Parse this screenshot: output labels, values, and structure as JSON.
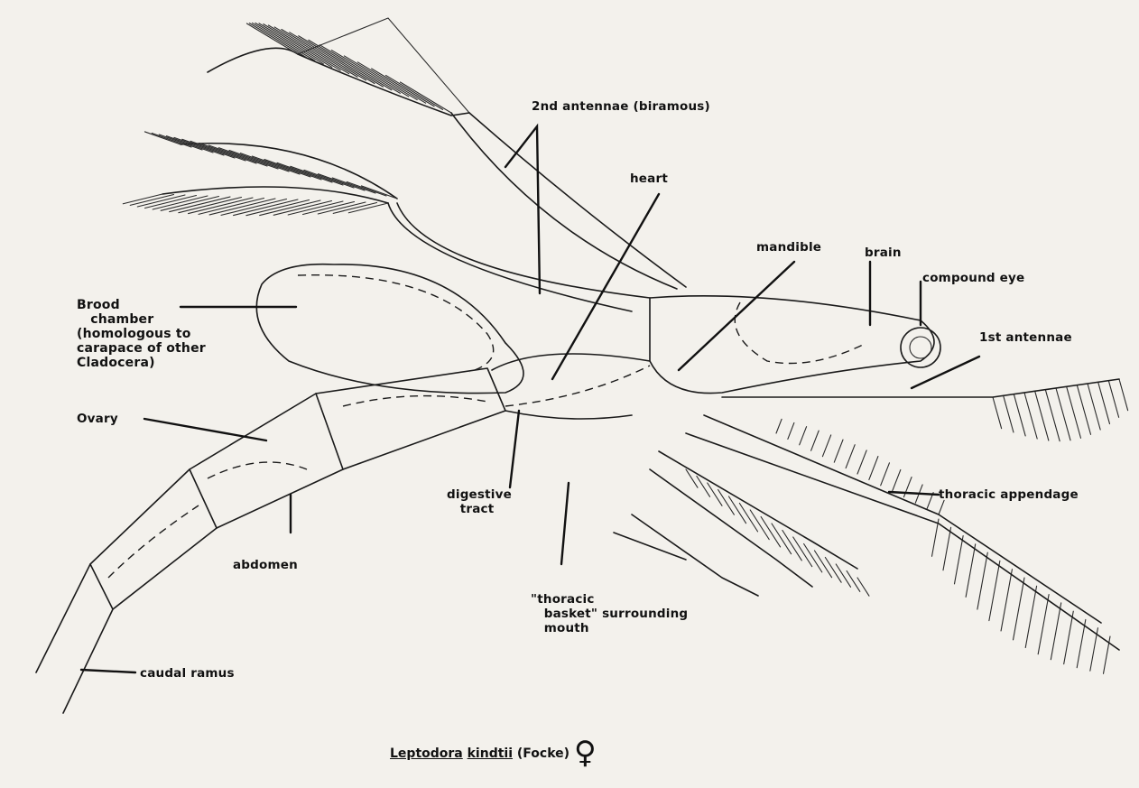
{
  "labels": {
    "antenna2": "2nd antennae (biramous)",
    "heart": "heart",
    "mandible": "mandible",
    "brain": "brain",
    "compound_eye": "compound eye",
    "antenna1": "1st antennae",
    "brood_chamber": "Brood\n   chamber\n(homologous to\ncarapace of other\nCladocera)",
    "ovary": "Ovary",
    "digestive_tract": "digestive\n   tract",
    "abdomen": "abdomen",
    "thoracic_appendage": "thoracic appendage",
    "thoracic_basket": "\"thoracic\n   basket\" surrounding\n   mouth",
    "caudal_ramus": "caudal ramus"
  },
  "caption": {
    "genus": "Leptodora",
    "species": "kindtii",
    "author": "(Focke)",
    "sex_symbol": "♀"
  }
}
